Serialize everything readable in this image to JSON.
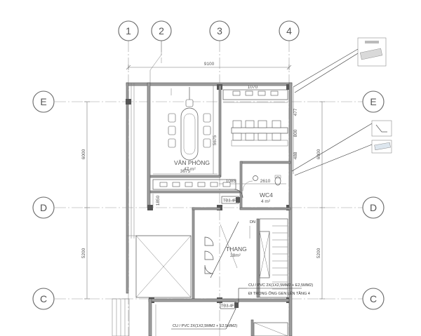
{
  "axes": {
    "vertical": [
      "1",
      "2",
      "3",
      "4"
    ],
    "horizontal": [
      "E",
      "D",
      "C"
    ]
  },
  "dimensions": {
    "overall_width": "9100",
    "left_e_d": "6000",
    "left_d_c": "5200",
    "right_e_d": "6000",
    "right_d_c": "5200",
    "office_width": "3675",
    "office_depth": "5675",
    "desk_row_1": "477",
    "desk_row_2": "800",
    "desk_row_3": "488",
    "wc_width_a": "1085",
    "wc_width_b": "2610",
    "top_small": "1070",
    "wc_side": "1850"
  },
  "rooms": {
    "office": {
      "name": "VĂN PHÒNG",
      "area": "47 m²"
    },
    "wc": {
      "name": "WC4",
      "area": "4 m²"
    },
    "stair": {
      "name": "THANG",
      "area": "28m²",
      "down_label": "DN"
    }
  },
  "notes": {
    "panel_1": "TĐ3-4F",
    "panel_2": "TĐ3-4F",
    "cable_1": "CU / PVC 2X(1X2,5MM2 + E2,5MM2)",
    "cable_1_route": "ĐI TRONG ỐNG GEN LÊN TẦNG 4",
    "cable_2": "CU / PVC 2X(1X2,5MM2 + E2,5MM2)"
  },
  "colors": {
    "line": "#555555",
    "wall_fill": "#9e9e9e",
    "grid": "#9a9a9a",
    "background": "#ffffff"
  }
}
